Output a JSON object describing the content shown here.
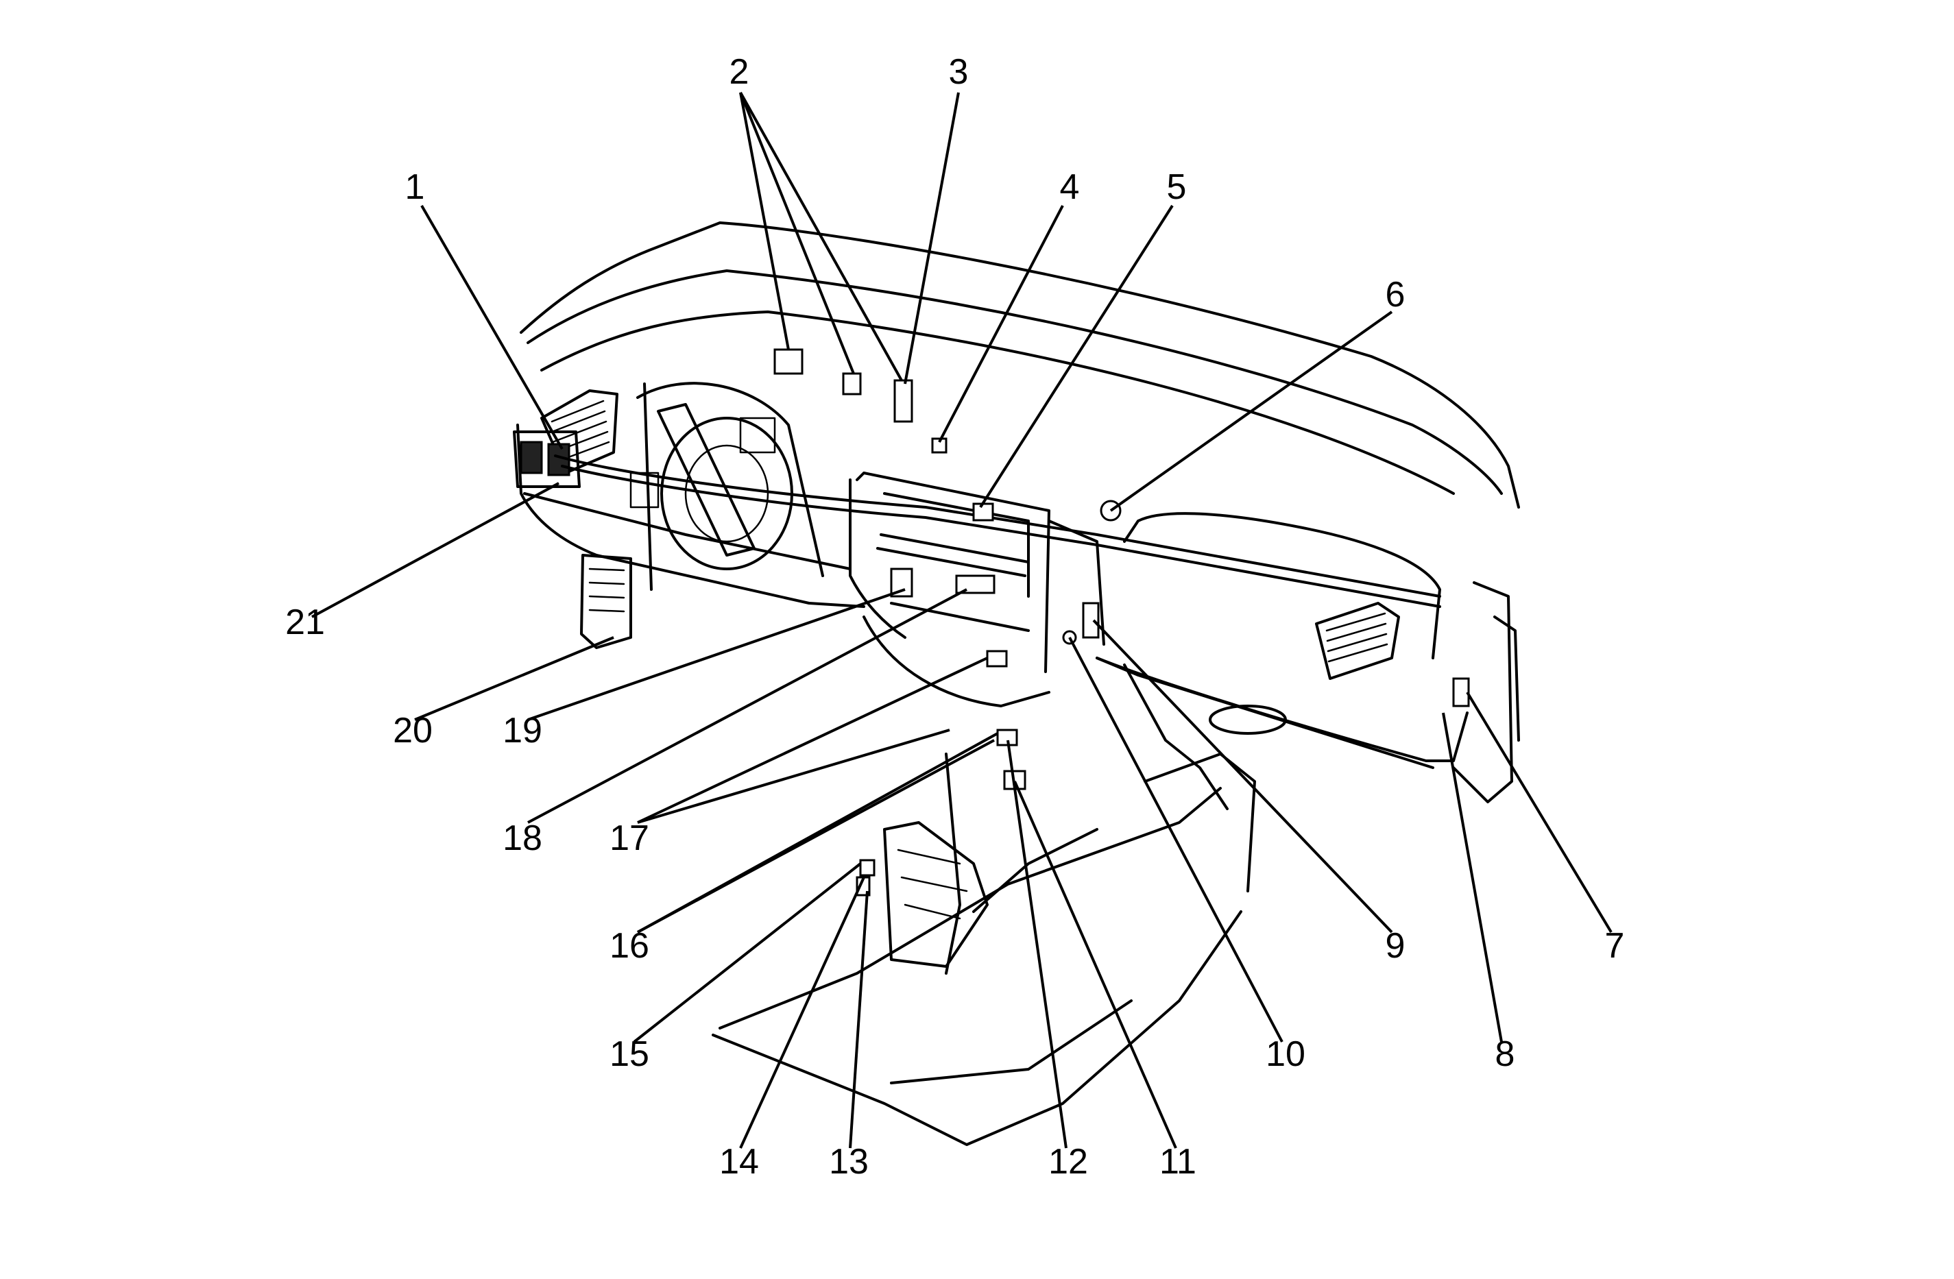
{
  "figure": {
    "callouts": [
      {
        "id": "1",
        "label": "1"
      },
      {
        "id": "2",
        "label": "2"
      },
      {
        "id": "3",
        "label": "3"
      },
      {
        "id": "4",
        "label": "4"
      },
      {
        "id": "5",
        "label": "5"
      },
      {
        "id": "6",
        "label": "6"
      },
      {
        "id": "7",
        "label": "7"
      },
      {
        "id": "8",
        "label": "8"
      },
      {
        "id": "9",
        "label": "9"
      },
      {
        "id": "10",
        "label": "10"
      },
      {
        "id": "11",
        "label": "11"
      },
      {
        "id": "12",
        "label": "12"
      },
      {
        "id": "13",
        "label": "13"
      },
      {
        "id": "14",
        "label": "14"
      },
      {
        "id": "15",
        "label": "15"
      },
      {
        "id": "16",
        "label": "16"
      },
      {
        "id": "17",
        "label": "17"
      },
      {
        "id": "18",
        "label": "18"
      },
      {
        "id": "19",
        "label": "19"
      },
      {
        "id": "20",
        "label": "20"
      },
      {
        "id": "21",
        "label": "21"
      }
    ]
  }
}
